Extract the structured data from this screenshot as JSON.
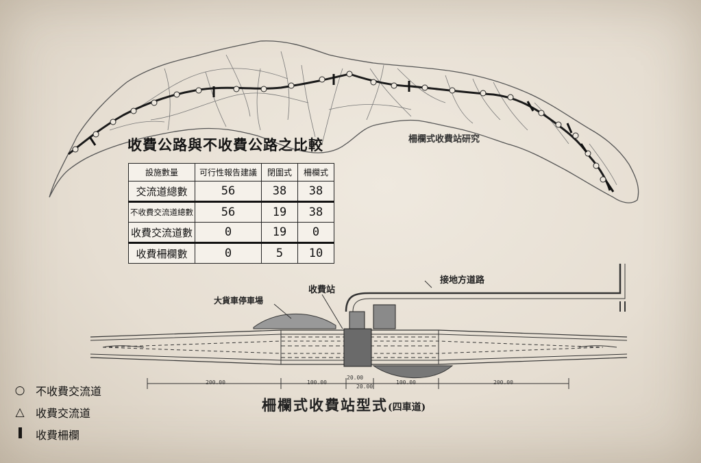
{
  "map": {
    "title": "收費公路與不收費公路之比較",
    "study_label": "柵欄式收費站研究"
  },
  "table": {
    "headers": [
      "設施數量",
      "可行性報告建議",
      "閉圍式",
      "柵欄式"
    ],
    "rows": [
      {
        "label": "交流道總數",
        "values": [
          "56",
          "38",
          "38"
        ]
      },
      {
        "label": "不收費交流道總數",
        "values": [
          "56",
          "19",
          "38"
        ]
      },
      {
        "label": "收費交流道數",
        "values": [
          "0",
          "19",
          "0"
        ]
      },
      {
        "label": "收費柵欄數",
        "values": [
          "0",
          "5",
          "10"
        ]
      }
    ]
  },
  "plan": {
    "title": "柵欄式收費站型式",
    "title_suffix": "(四車道)",
    "toll_station": "收費站",
    "truck_parking": "大貨車停車場",
    "local_road": "接地方道路",
    "dims": [
      "200.00",
      "100.00",
      "20.00",
      "20.00",
      "100.00",
      "200.00"
    ]
  },
  "legend": [
    {
      "symbol": "○",
      "icon": "circle-icon",
      "label": "不收費交流道"
    },
    {
      "symbol": "△",
      "icon": "triangle-icon",
      "label": "收費交流道"
    },
    {
      "symbol": "bar",
      "icon": "bar-icon",
      "label": "收費柵欄"
    }
  ],
  "colors": {
    "paper": "#e9e2d7",
    "ink": "#151515"
  }
}
